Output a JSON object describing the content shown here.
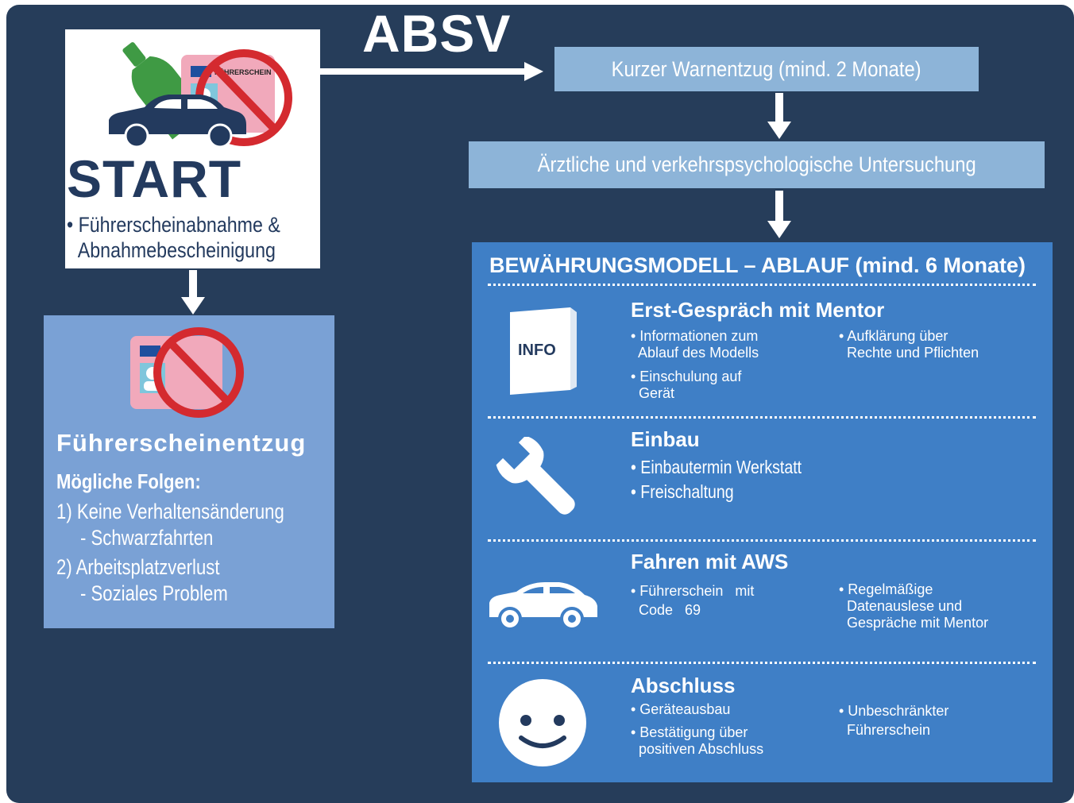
{
  "diagram": {
    "title": "ABSV",
    "start": {
      "title": "START",
      "lines": [
        "• Führerscheinabnahme &",
        "  Abnahmebescheinigung"
      ]
    },
    "warn_step": "Kurzer Warnentzug (mind. 2 Monate)",
    "exam_step": "Ärztliche und verkehrspsychologische Untersuchung",
    "entzug": {
      "title": "Führerscheinentzug",
      "subtitle": "Mögliche Folgen:",
      "lines": [
        "1)  Keine Verhaltensänderung",
        "- Schwarzfahrten",
        "2)  Arbeitsplatzverlust",
        "- Soziales Problem"
      ]
    },
    "model": {
      "title": "BEWÄHRUNGSMODELL – ABLAUF (mind. 6 Monate)",
      "sections": [
        {
          "title": "Erst-Gespräch mit Mentor",
          "icon": "info-folder-icon",
          "icon_text": "INFO",
          "bullets": [
            "• Informationen zum\n  Ablauf des Modells",
            "• Aufklärung über\n  Rechte und Pflichten",
            "• Einschulung auf\n  Gerät"
          ]
        },
        {
          "title": "Einbau",
          "icon": "wrench-icon",
          "bullets": [
            "• Einbautermin Werkstatt",
            "• Freischaltung"
          ]
        },
        {
          "title": "Fahren mit AWS",
          "icon": "car-icon",
          "bullets": [
            "• Führerschein   mit\n  Code   69",
            "• Regelmäßige\n  Datenauslese und\n  Gespräche mit Mentor"
          ]
        },
        {
          "title": "Abschluss",
          "icon": "smiley-icon",
          "bullets": [
            "• Geräteausbau",
            "• Unbeschränkter\n  Führerschein",
            "• Bestätigung über\n  positiven Abschluss"
          ]
        }
      ]
    },
    "license_card_text": "FÜHRERSCHEIN",
    "colors": {
      "background": "#263d5a",
      "light_step": "#8db4d8",
      "entzug_box": "#7aa1d5",
      "model_box": "#3f7fc6",
      "prohibit_red": "#d42a2f",
      "bottle_green": "#3f9a44",
      "card_pink": "#f1a9bb"
    }
  }
}
